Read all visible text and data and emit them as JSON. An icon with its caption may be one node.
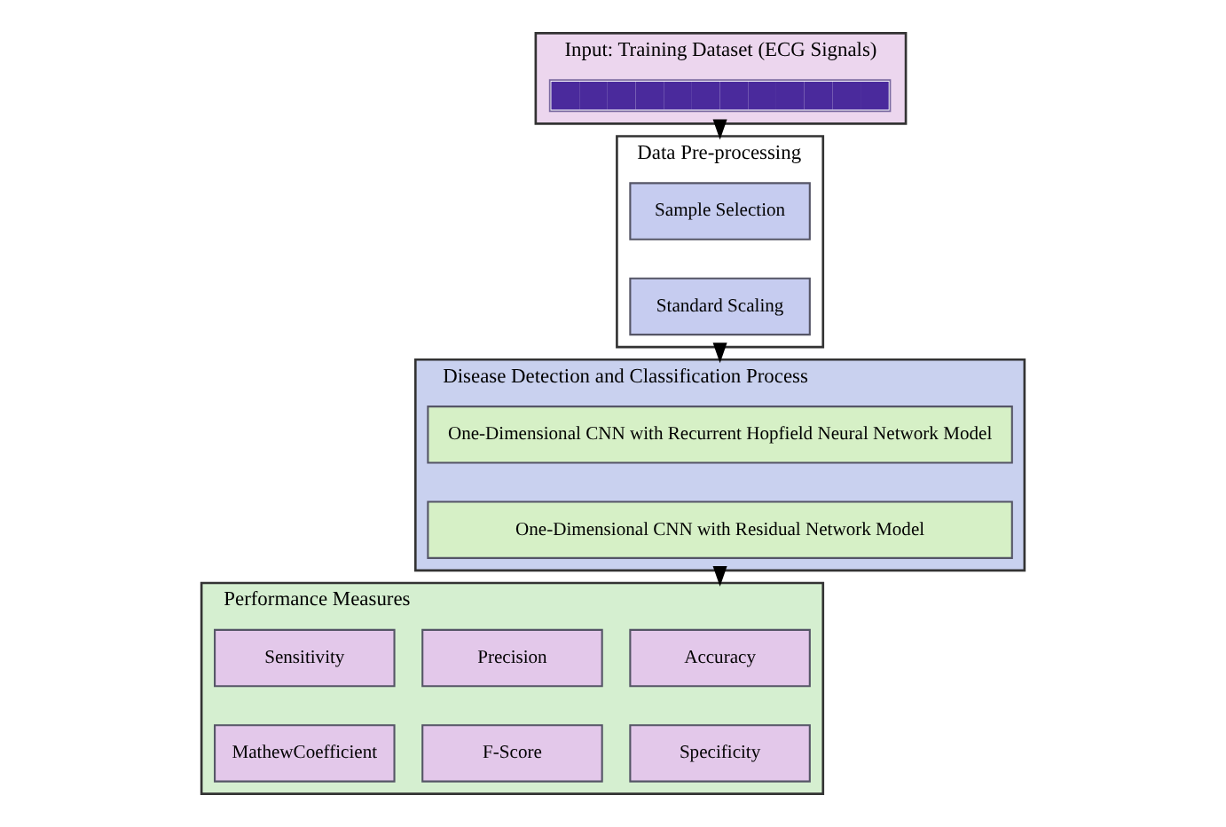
{
  "diagram": {
    "nodes": [
      {
        "text": [
          "Input: Training Dataset (ECG Signals)"
        ]
      },
      {
        "text": [],
        "shape": "picture",
        "in": 0
      },
      {
        "text": [
          "Data Pre-processing"
        ]
      },
      {
        "text": [
          "Sample Selection"
        ],
        "in": 2
      },
      {
        "text": [
          "Standard Scaling"
        ],
        "in": 2
      },
      {
        "text": [
          "Disease Detection and Classification Process"
        ]
      },
      {
        "text": [
          "One-Dimensional CNN with Recurrent Hopfield Neural Network Model"
        ],
        "in": 5
      },
      {
        "text": [
          "One-Dimensional CNN with Residual Network Model"
        ],
        "in": 5
      },
      {
        "text": [
          "Performance Measures"
        ]
      },
      {
        "text": [
          "Accuracy"
        ],
        "in": 8
      },
      {
        "text": [
          "Precision"
        ],
        "in": 8
      },
      {
        "text": [
          "Sensitivity"
        ],
        "in": 8
      },
      {
        "text": [
          "Specificity"
        ],
        "in": 8
      },
      {
        "text": [
          "F-Score"
        ],
        "in": 8
      },
      {
        "text": [
          "MathewCoefficient"
        ],
        "in": 8
      }
    ],
    "edges": [
      {
        "from": 0,
        "to": 2,
        "arrow": "to"
      },
      {
        "from": 2,
        "to": 5,
        "arrow": "to"
      },
      {
        "from": 5,
        "to": 8,
        "arrow": "to"
      }
    ]
  }
}
